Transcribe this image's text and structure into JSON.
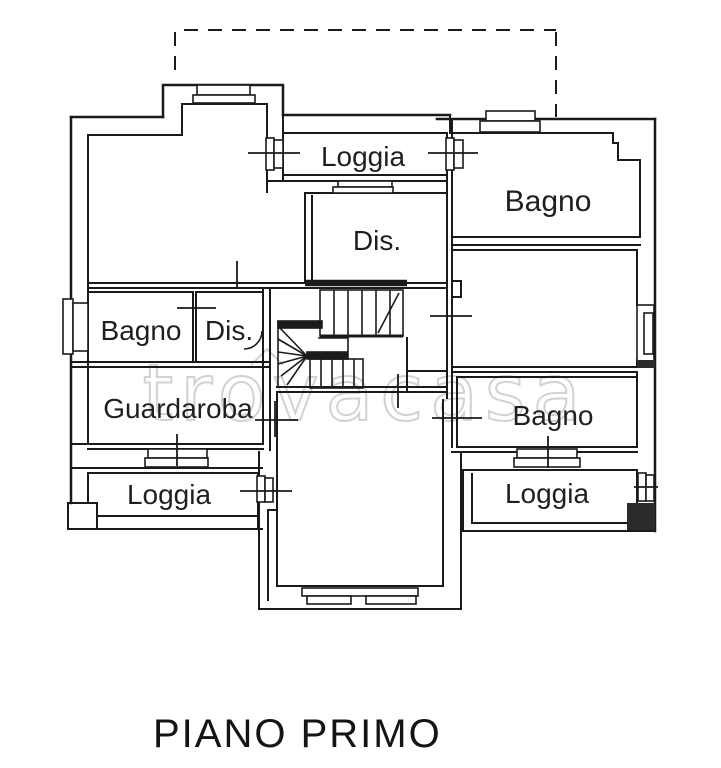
{
  "plan": {
    "title": "PIANO PRIMO",
    "watermark": "trovacasa",
    "line_color": "#1a1a1a",
    "watermark_color": "#d2d2d2",
    "rooms": [
      {
        "id": "loggia-top",
        "label": "Loggia"
      },
      {
        "id": "bagno-top-right",
        "label": "Bagno"
      },
      {
        "id": "dis-center",
        "label": "Dis."
      },
      {
        "id": "bagno-left",
        "label": "Bagno"
      },
      {
        "id": "dis-left",
        "label": "Dis."
      },
      {
        "id": "guardaroba",
        "label": "Guardaroba"
      },
      {
        "id": "bagno-bottom-right",
        "label": "Bagno"
      },
      {
        "id": "loggia-bottom-left",
        "label": "Loggia"
      },
      {
        "id": "loggia-bottom-right",
        "label": "Loggia"
      }
    ]
  }
}
